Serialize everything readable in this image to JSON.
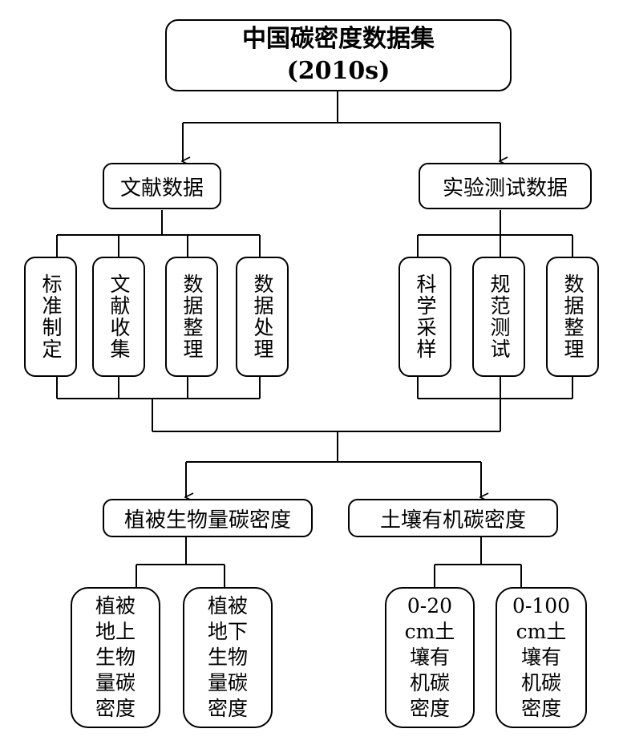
{
  "title": {
    "line1": "中国碳密度数据集",
    "line2": "(2010s)"
  },
  "sources": {
    "literature": {
      "label": "文献数据",
      "steps": [
        "标准制定",
        "文献收集",
        "数据整理",
        "数据处理"
      ]
    },
    "experiment": {
      "label": "实验测试数据",
      "steps": [
        "科学采样",
        "规范测试",
        "数据整理"
      ]
    }
  },
  "outputs": {
    "vegetation": {
      "label": "植被生物量碳密度",
      "items": [
        [
          "植被",
          "地上",
          "生物",
          "量碳",
          "密度"
        ],
        [
          "植被",
          "地下",
          "生物",
          "量碳",
          "密度"
        ]
      ]
    },
    "soil": {
      "label": "土壤有机碳密度",
      "items": [
        [
          "0-20",
          "cm土",
          "壤有",
          "机碳",
          "密度"
        ],
        [
          "0-100",
          "cm土",
          "壤有",
          "机碳",
          "密度"
        ]
      ]
    }
  }
}
